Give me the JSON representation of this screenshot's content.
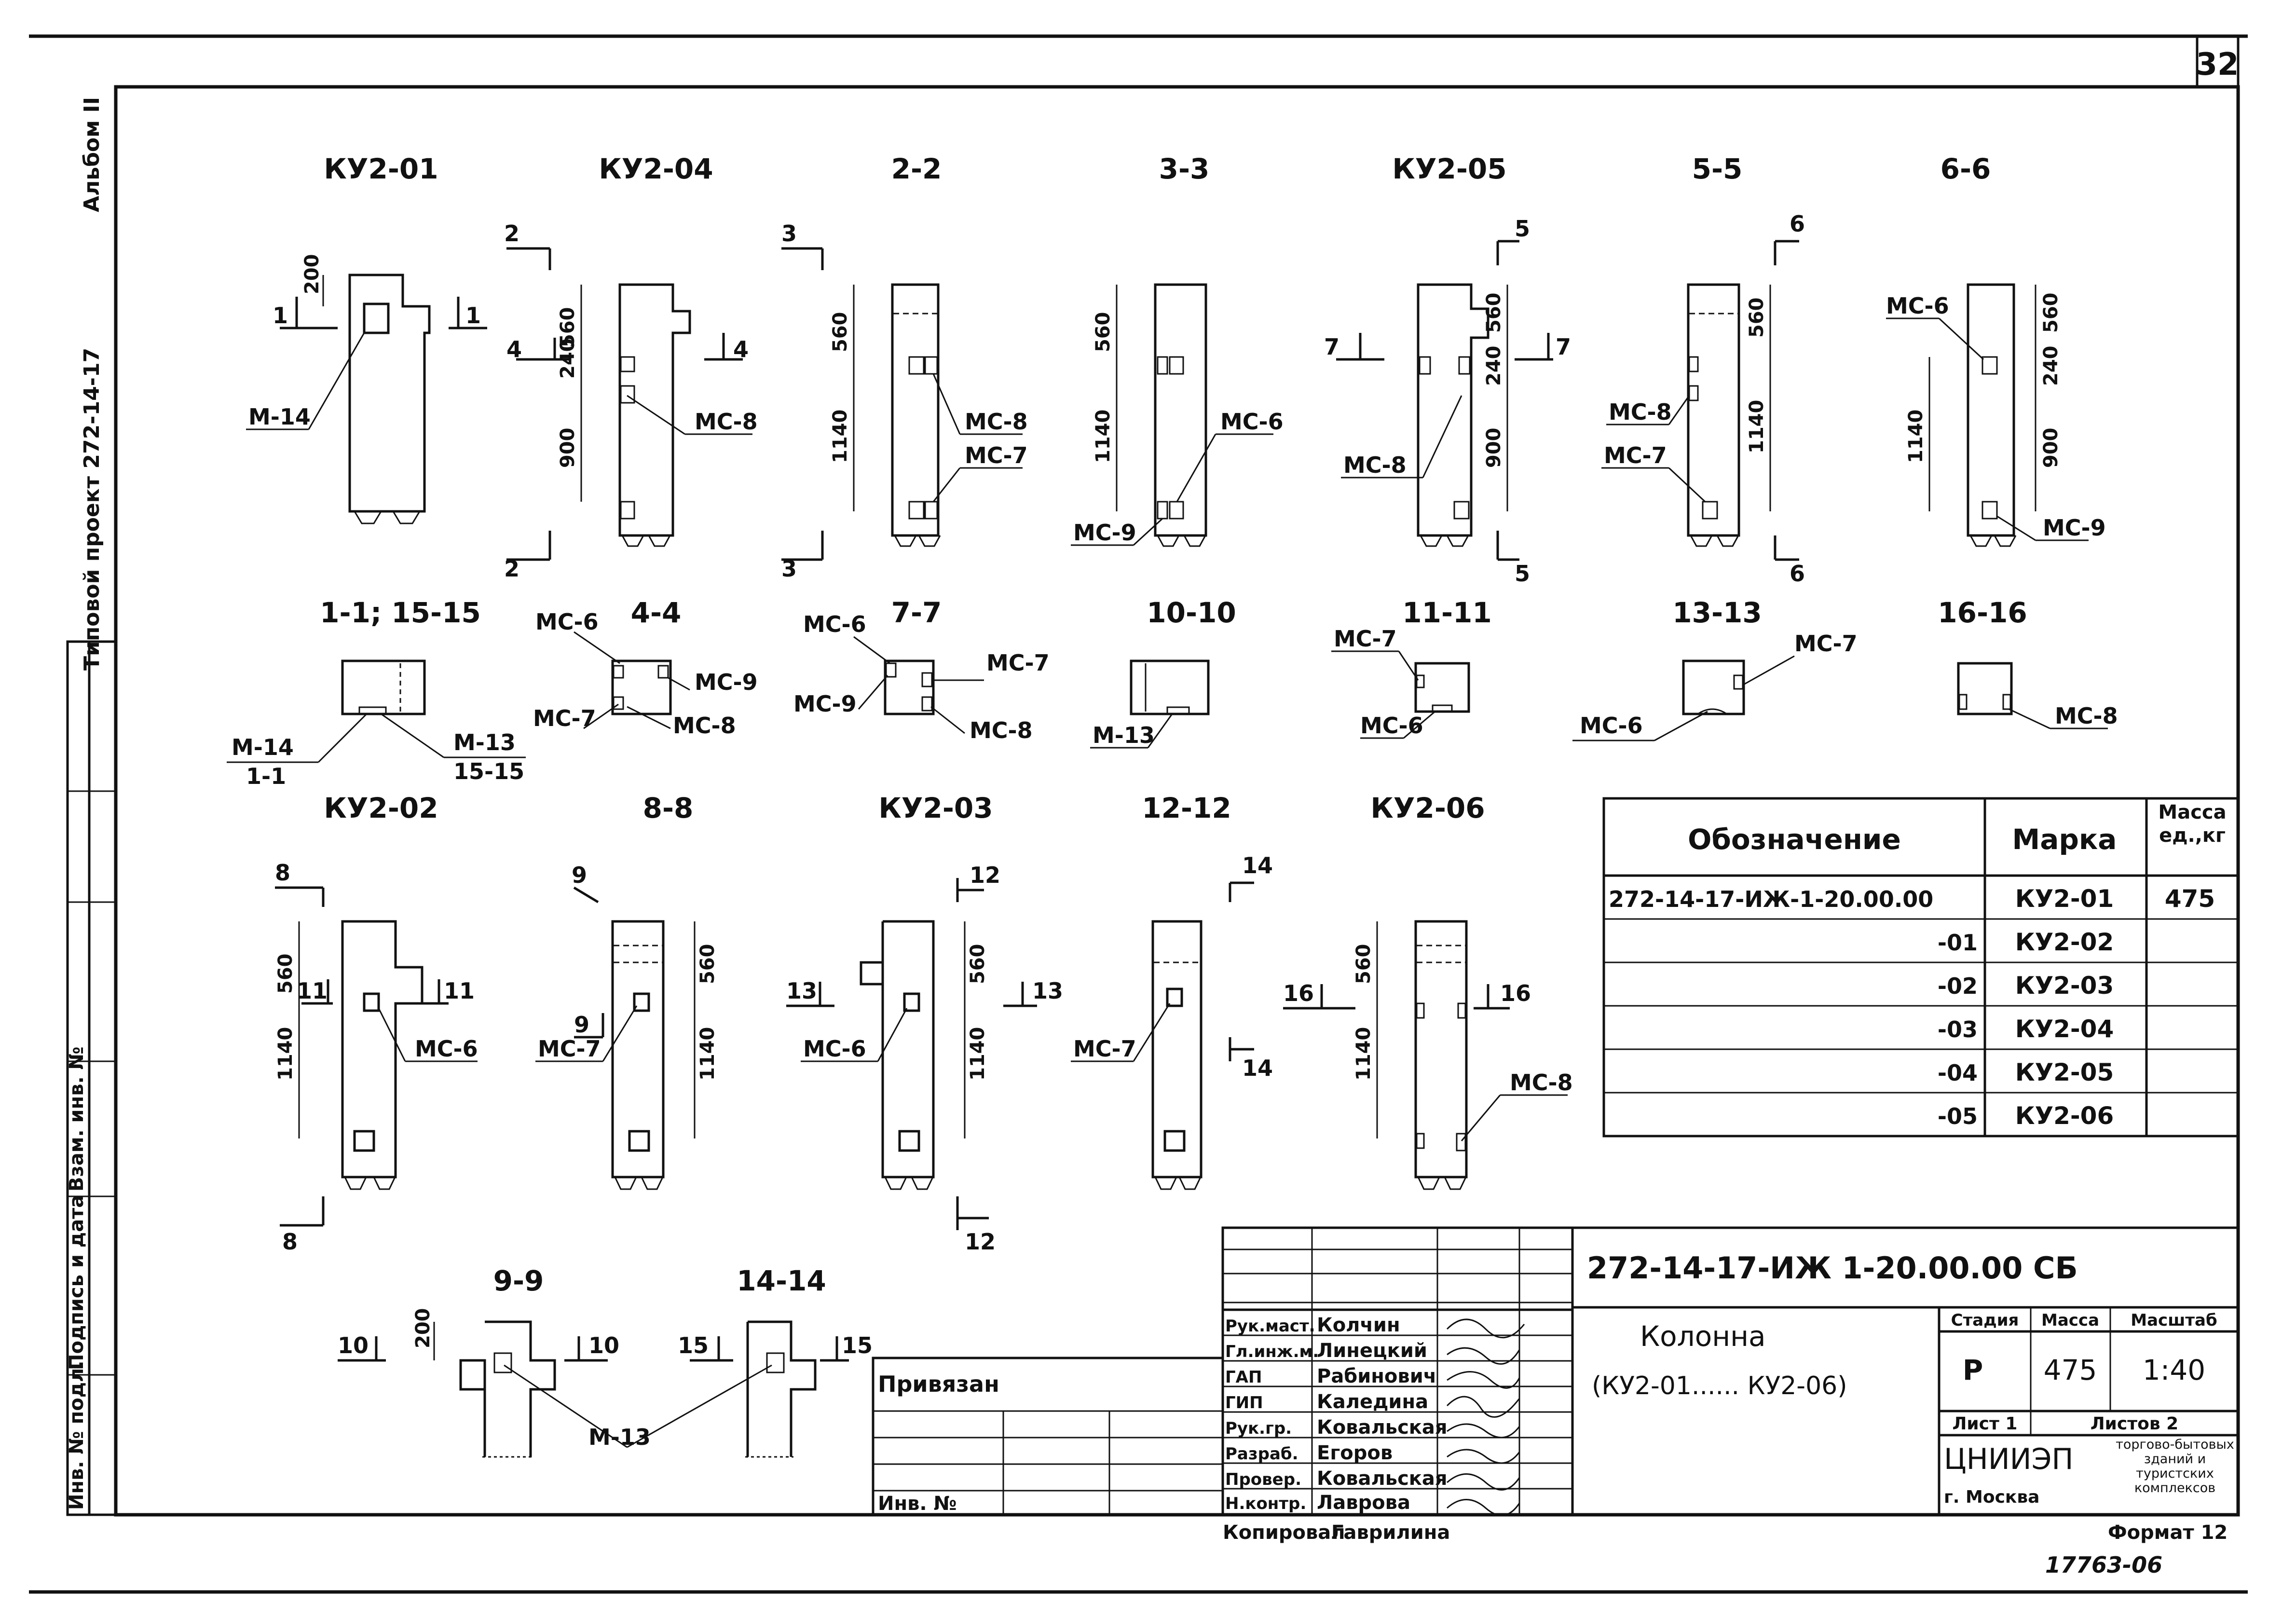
{
  "sheet": {
    "number": "32",
    "album": "Альбом II",
    "project": "Типовой проект 272-14-17",
    "format": "Формат 12",
    "stamp_number": "17763-06",
    "copied_label": "Копировал",
    "copied_by": "Гаврилина"
  },
  "left_stamp": {
    "labels": [
      "Инв. № подл.",
      "Подпись и дата",
      "Взам. инв. №"
    ]
  },
  "headings": {
    "ku2_01": "КУ2-01",
    "ku2_04": "КУ2-04",
    "s2_2": "2-2",
    "s3_3": "3-3",
    "ku2_05": "КУ2-05",
    "s5_5": "5-5",
    "s6_6": "6-6",
    "s1_1": "1-1; 15-15",
    "s4_4": "4-4",
    "s7_7": "7-7",
    "s10_10": "10-10",
    "s11_11": "11-11",
    "s13_13": "13-13",
    "s16_16": "16-16",
    "ku2_02": "КУ2-02",
    "s8_8": "8-8",
    "ku2_03": "КУ2-03",
    "s12_12": "12-12",
    "ku2_06": "КУ2-06",
    "s9_9": "9-9",
    "s14_14": "14-14"
  },
  "callouts": {
    "m14": "М-14",
    "m13": "М-13",
    "mc6": "МС-6",
    "mc7": "МС-7",
    "mc8": "МС-8",
    "mc9": "МС-9",
    "m14_11": "1-1",
    "m13_1515": "15-15"
  },
  "dims": {
    "d200": "200",
    "d560": "560",
    "d240": "240",
    "d900": "900",
    "d1140": "1140"
  },
  "cut_marks": {
    "c1": "1",
    "c2": "2",
    "c3": "3",
    "c4": "4",
    "c5": "5",
    "c6": "6",
    "c7": "7",
    "c8": "8",
    "c9": "9",
    "c10": "10",
    "c11": "11",
    "c12": "12",
    "c13": "13",
    "c14": "14",
    "c15": "15",
    "c16": "16"
  },
  "spec_table": {
    "headers": [
      "Обозначение",
      "Марка",
      "Масса ед.,кг"
    ],
    "rows": [
      {
        "designation": "272-14-17-ИЖ-1-20.00.00",
        "mark": "КУ2-01",
        "mass": "475"
      },
      {
        "designation": "-01",
        "mark": "КУ2-02",
        "mass": ""
      },
      {
        "designation": "-02",
        "mark": "КУ2-03",
        "mass": ""
      },
      {
        "designation": "-03",
        "mark": "КУ2-04",
        "mass": ""
      },
      {
        "designation": "-04",
        "mark": "КУ2-05",
        "mass": ""
      },
      {
        "designation": "-05",
        "mark": "КУ2-06",
        "mass": ""
      }
    ]
  },
  "title_block": {
    "doc_code": "272-14-17-ИЖ 1-20.00.00 СБ",
    "title": "Колонна",
    "subtitle": "(КУ2-01...... КУ2-06)",
    "stage_label": "Стадия",
    "mass_label": "Масса",
    "scale_label": "Масштаб",
    "stage": "Р",
    "mass": "475",
    "scale": "1:40",
    "sheet_label": "Лист 1",
    "sheets_label": "Листов 2",
    "org": "ЦНИИЭП",
    "city": "г. Москва",
    "org_desc": "торгово-бытовых зданий и туристских комплексов",
    "linked_label": "Привязан",
    "inv_label": "Инв. №",
    "staff": [
      {
        "role": "Рук.маст.",
        "name": "Колчин"
      },
      {
        "role": "Гл.инж.м.",
        "name": "Линецкий"
      },
      {
        "role": "ГАП",
        "name": "Рабинович"
      },
      {
        "role": "ГИП",
        "name": "Каледина"
      },
      {
        "role": "Рук.гр.",
        "name": "Ковальская"
      },
      {
        "role": "Разраб.",
        "name": "Егоров"
      },
      {
        "role": "Провер.",
        "name": "Ковальская"
      },
      {
        "role": "Н.контр.",
        "name": "Лаврова"
      }
    ]
  }
}
